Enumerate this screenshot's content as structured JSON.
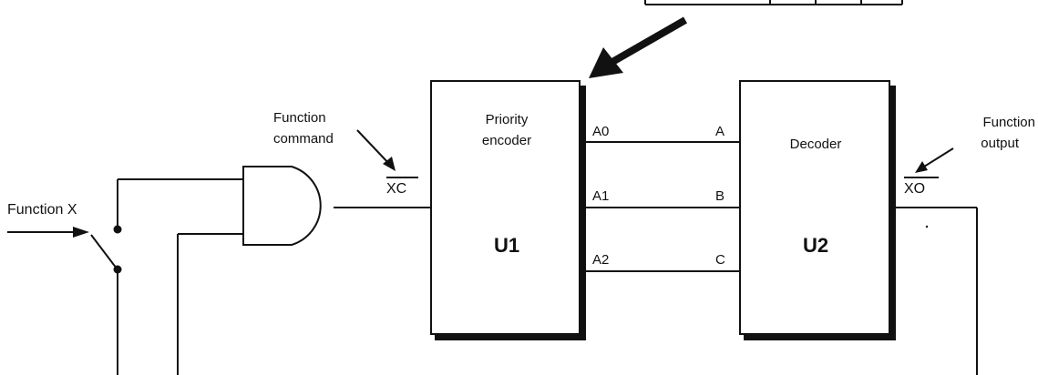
{
  "function_input": {
    "label": "Function X"
  },
  "function_command": {
    "line1": "Function",
    "line2": "command",
    "signal": "XC"
  },
  "function_output": {
    "line1": "Function",
    "line2": "output",
    "signal": "XO"
  },
  "encoder": {
    "title_line1": "Priority",
    "title_line2": "encoder",
    "id": "U1"
  },
  "decoder": {
    "title": "Decoder",
    "id": "U2"
  },
  "encoder_outputs": [
    "A0",
    "A1",
    "A2"
  ],
  "decoder_inputs": [
    "A",
    "B",
    "C"
  ],
  "colors": {
    "ink": "#111111",
    "paper": "#ffffff"
  }
}
